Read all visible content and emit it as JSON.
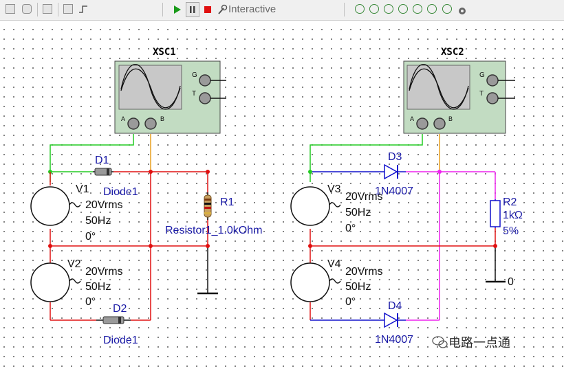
{
  "toolbar": {
    "mode_label": "Interactive",
    "buttons": [
      {
        "name": "run",
        "icon": "play-icon",
        "color": "#1a9a1a"
      },
      {
        "name": "pause",
        "icon": "pause-icon"
      },
      {
        "name": "stop",
        "icon": "stop-icon",
        "color": "#e01010"
      }
    ]
  },
  "schematic": {
    "scopes": [
      {
        "title": "XSC1",
        "pins": [
          "G",
          "T",
          "A",
          "B"
        ]
      },
      {
        "title": "XSC2",
        "pins": [
          "G",
          "T",
          "A",
          "B"
        ]
      }
    ],
    "sources": [
      {
        "ref": "V1",
        "amplitude": "20Vrms",
        "frequency": "50Hz",
        "phase": "0°"
      },
      {
        "ref": "V2",
        "amplitude": "20Vrms",
        "frequency": "50Hz",
        "phase": "0°"
      },
      {
        "ref": "V3",
        "amplitude": "20Vrms",
        "frequency": "50Hz",
        "phase": "0°"
      },
      {
        "ref": "V4",
        "amplitude": "20Vrms",
        "frequency": "50Hz",
        "phase": "0°"
      }
    ],
    "diodes": [
      {
        "ref": "D1",
        "model": "Diode1"
      },
      {
        "ref": "D2",
        "model": "Diode1"
      },
      {
        "ref": "D3",
        "model": "1N4007"
      },
      {
        "ref": "D4",
        "model": "1N4007"
      }
    ],
    "resistors": [
      {
        "ref": "R1",
        "value": "Resistor1_1.0kOhm"
      },
      {
        "ref": "R2",
        "value": "1kΩ",
        "tolerance": "5%"
      }
    ],
    "ground_label": "0",
    "wire_colors": {
      "red": "#e01010",
      "green": "#22cc22",
      "orange": "#e8a020",
      "magenta": "#ee22ee",
      "blue": "#1010cc"
    }
  },
  "watermark": "电路一点通"
}
